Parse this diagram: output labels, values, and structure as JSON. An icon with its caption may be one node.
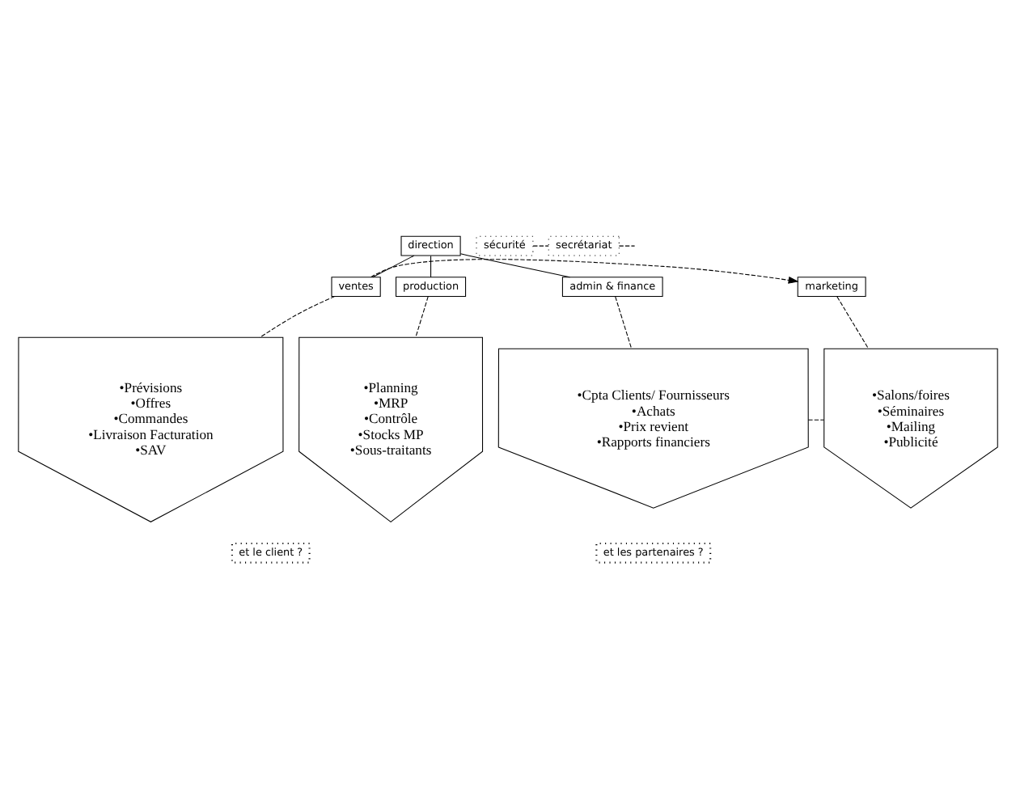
{
  "diagram": {
    "nodes": [
      {
        "text": [
          "direction"
        ]
      },
      {
        "text": [
          "sécurité"
        ]
      },
      {
        "text": [
          "secrétariat"
        ]
      },
      {
        "text": [
          "ventes"
        ]
      },
      {
        "text": [
          "production"
        ]
      },
      {
        "text": [
          "admin & finance"
        ]
      },
      {
        "text": [
          "marketing"
        ]
      },
      {
        "text": [
          "•Prévisions",
          "•Offres",
          "•Commandes",
          "•Livraison Facturation",
          "•SAV"
        ]
      },
      {
        "text": [
          "•Planning",
          "•MRP",
          "•Contrôle",
          "•Stocks MP",
          "•Sous-traitants"
        ]
      },
      {
        "text": [
          "•Cpta Clients/ Fournisseurs",
          "•Achats",
          "•Prix revient",
          "•Rapports financiers"
        ]
      },
      {
        "text": [
          "•Salons/foires",
          "•Séminaires",
          "•Mailing",
          "•Publicité"
        ]
      },
      {
        "text": [
          "et le client ?"
        ]
      },
      {
        "text": [
          "et les partenaires ?"
        ]
      }
    ],
    "edges": [
      {
        "from": 0,
        "to": 3,
        "arrow": "none"
      },
      {
        "from": 0,
        "to": 4,
        "arrow": "none"
      },
      {
        "from": 0,
        "to": 5,
        "arrow": "none"
      },
      {
        "from": 1,
        "to": 2,
        "arrow": "none",
        "style": "dashed"
      },
      {
        "from": 2,
        "to": null,
        "arrow": "none",
        "style": "dashed"
      },
      {
        "from": 3,
        "to": 7,
        "arrow": "none",
        "style": "dashed"
      },
      {
        "from": 4,
        "to": 8,
        "arrow": "none",
        "style": "dashed"
      },
      {
        "from": 5,
        "to": 9,
        "arrow": "none",
        "style": "dashed"
      },
      {
        "from": 6,
        "to": 10,
        "arrow": "none",
        "style": "dashed"
      },
      {
        "from": 3,
        "to": 6,
        "arrow": "to",
        "style": "dashed"
      },
      {
        "from": 9,
        "to": 10,
        "arrow": "none",
        "style": "dashed"
      }
    ]
  }
}
